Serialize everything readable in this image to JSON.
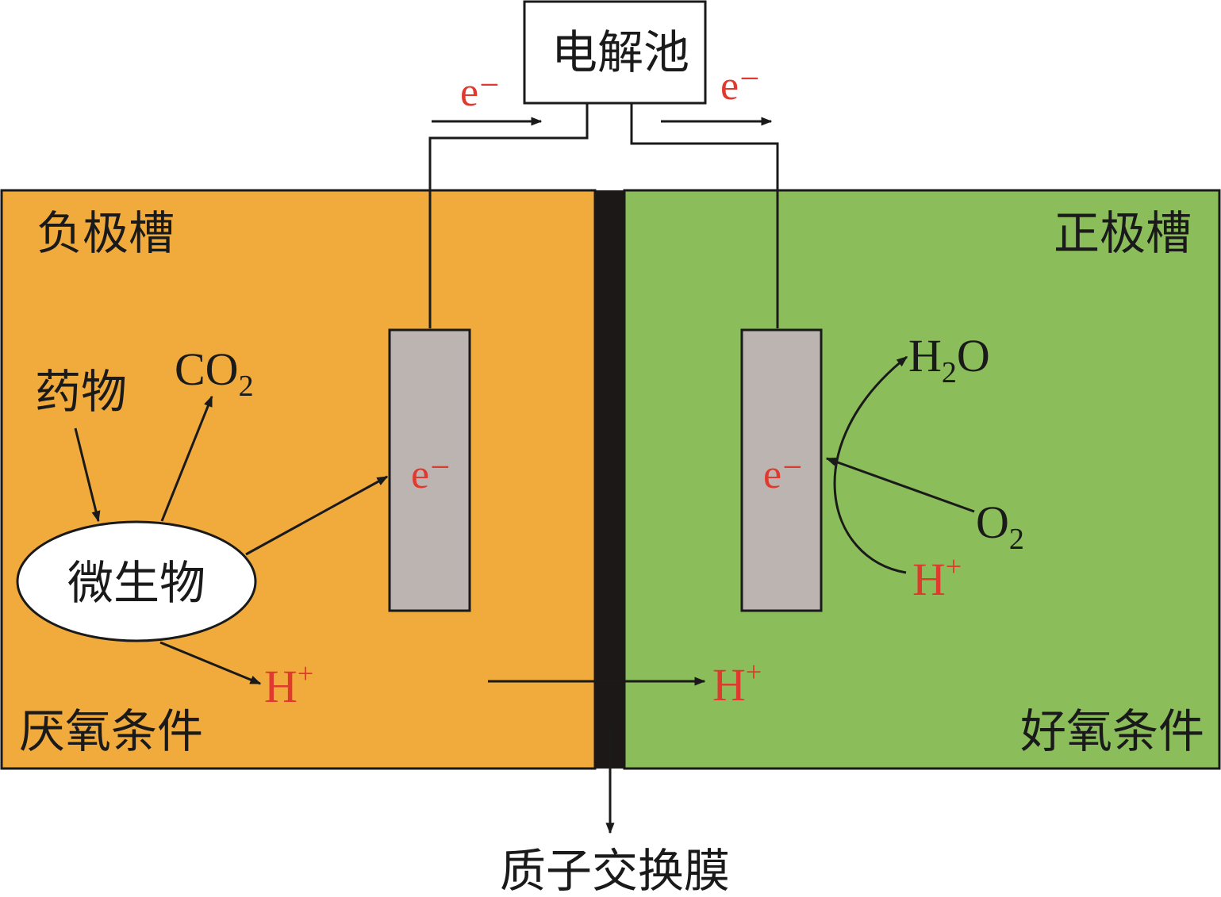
{
  "colors": {
    "anode_fill": "#f1ab3c",
    "cathode_fill": "#8bbd5b",
    "membrane": "#1b1817",
    "electrode": "#bbb4b1",
    "red_text": "#e03a2e",
    "line": "#1a1a1a"
  },
  "electrolyzer": {
    "label": "电解池"
  },
  "electron_flow": {
    "left": "e⁻",
    "right": "e⁻"
  },
  "anode": {
    "title": "负极槽",
    "condition": "厌氧条件",
    "drug": "药物",
    "co2": {
      "base": "CO",
      "sub": "2"
    },
    "microbe": "微生物",
    "electrode_electron": "e⁻",
    "proton": {
      "base": "H",
      "sup": "+"
    }
  },
  "cathode": {
    "title": "正极槽",
    "condition": "好氧条件",
    "electrode_electron": "e⁻",
    "water": {
      "base": "H",
      "sub": "2",
      "tail": "O"
    },
    "oxygen": {
      "base": "O",
      "sub": "2"
    },
    "proton": {
      "base": "H",
      "sup": "+"
    },
    "proton_crossing": {
      "base": "H",
      "sup": "+"
    }
  },
  "membrane": {
    "label": "质子交换膜"
  }
}
